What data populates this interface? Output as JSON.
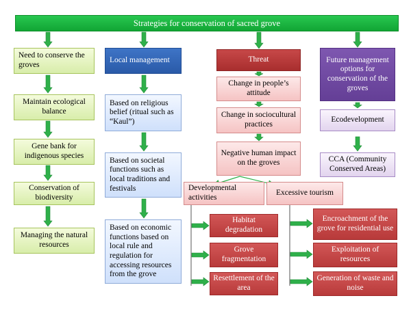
{
  "title": "Strategies for conservation of sacred grove",
  "columns": {
    "need": {
      "header": "Need to conserve the groves",
      "items": [
        "Maintain ecological balance",
        "Gene bank for indigenous species",
        "Conservation of biodiversity",
        "Managing the natural resources"
      ]
    },
    "local": {
      "header": "Local management",
      "items": [
        "Based on religious belief (ritual such as “Kaul”)",
        "Based on societal functions such as local traditions and festivals",
        "Based on economic functions based on local rule and regulation for accessing resources from the grove"
      ]
    },
    "threat": {
      "header": "Threat",
      "items": [
        "Change in people’s attitude",
        "Change in sociocultural practices",
        "Negative human impact on the groves"
      ],
      "developmental": {
        "label": "Developmental activities",
        "items": [
          "Habitat degradation",
          "Grove fragmentation",
          "Resettlement of the area"
        ]
      },
      "tourism": {
        "label": "Excessive tourism",
        "items": [
          "Encroachment of the grove for residential use",
          "Exploitation of resources",
          "Generation of waste and noise"
        ]
      }
    },
    "future": {
      "header": "Future management options for conservation of the groves",
      "items": [
        "Ecodevelopment",
        "CCA (Community Conserved Areas)"
      ]
    }
  },
  "colors": {
    "title_bar": "#18b03e",
    "arrow_green": "#2fb04a",
    "local_header": "#3366b8",
    "threat_header": "#b83a3a",
    "future_header": "#6f4aa0",
    "red_box": "#c04646"
  }
}
